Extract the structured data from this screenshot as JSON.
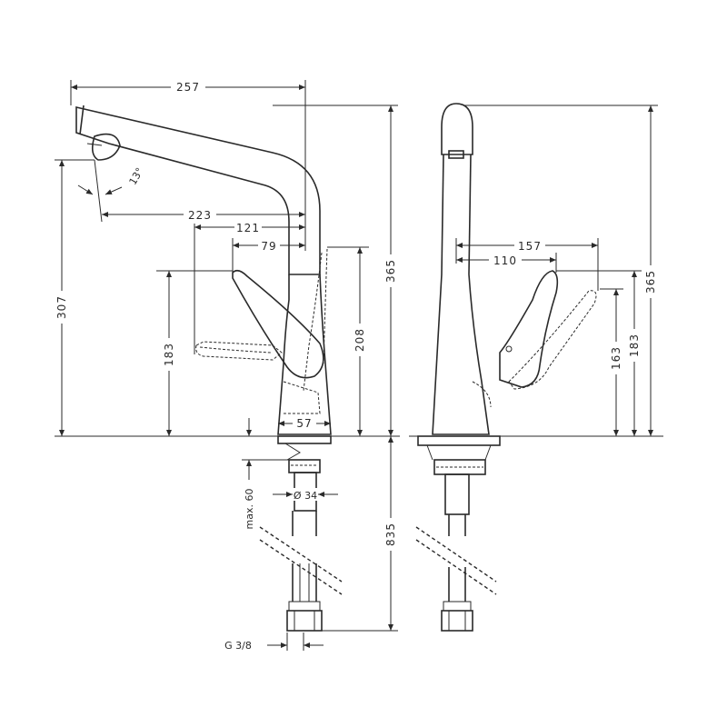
{
  "dimensions": {
    "spout_reach": "257",
    "spray_angle": "13°",
    "outlet_to_axis": "223",
    "handle_reach": "121",
    "handle_offset": "79",
    "spout_height_total": "365",
    "outlet_height": "307",
    "handle_height": "183",
    "lever_height": "208",
    "base_width": "57",
    "mount_depth": "max. 60",
    "shank_diameter": "Ø 34",
    "hose_length": "835",
    "connection_thread": "G 3/8",
    "side_handle_reach": "157",
    "side_handle_offset": "110",
    "side_total_height": "365",
    "side_handle_height_low": "163",
    "side_handle_height_high": "183"
  }
}
